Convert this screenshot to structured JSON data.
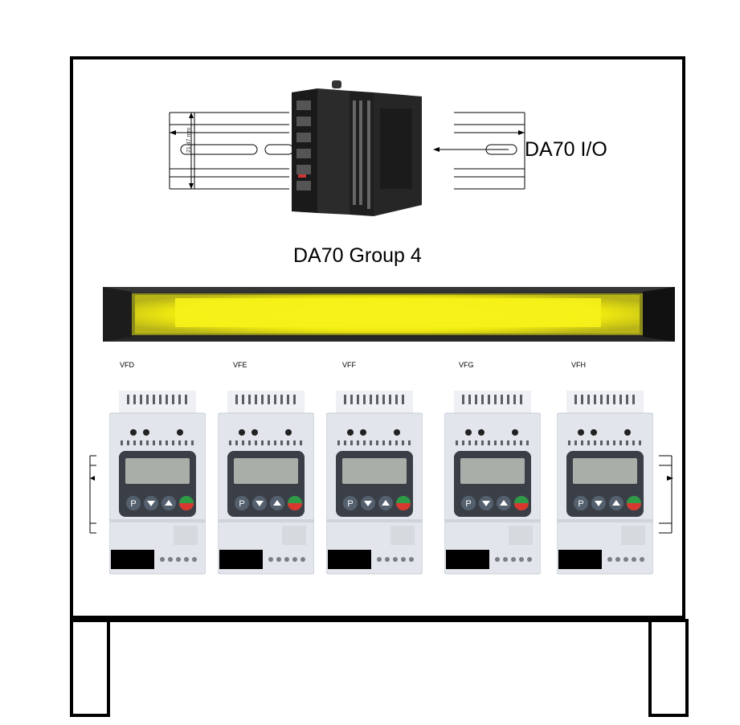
{
  "io_label": "DA70 I/O",
  "group_label": "DA70 Group 4",
  "rail_dimension": "21.47 mm",
  "drives": [
    {
      "name": "VFD"
    },
    {
      "name": "VFE"
    },
    {
      "name": "VFF"
    },
    {
      "name": "VFG"
    },
    {
      "name": "VFH"
    }
  ],
  "colors": {
    "frame": "#000000",
    "light_glow": "#f4ee20",
    "drive_body": "#e6e9ee",
    "keypad_green": "#2f9a48",
    "keypad_red": "#d8382f"
  }
}
